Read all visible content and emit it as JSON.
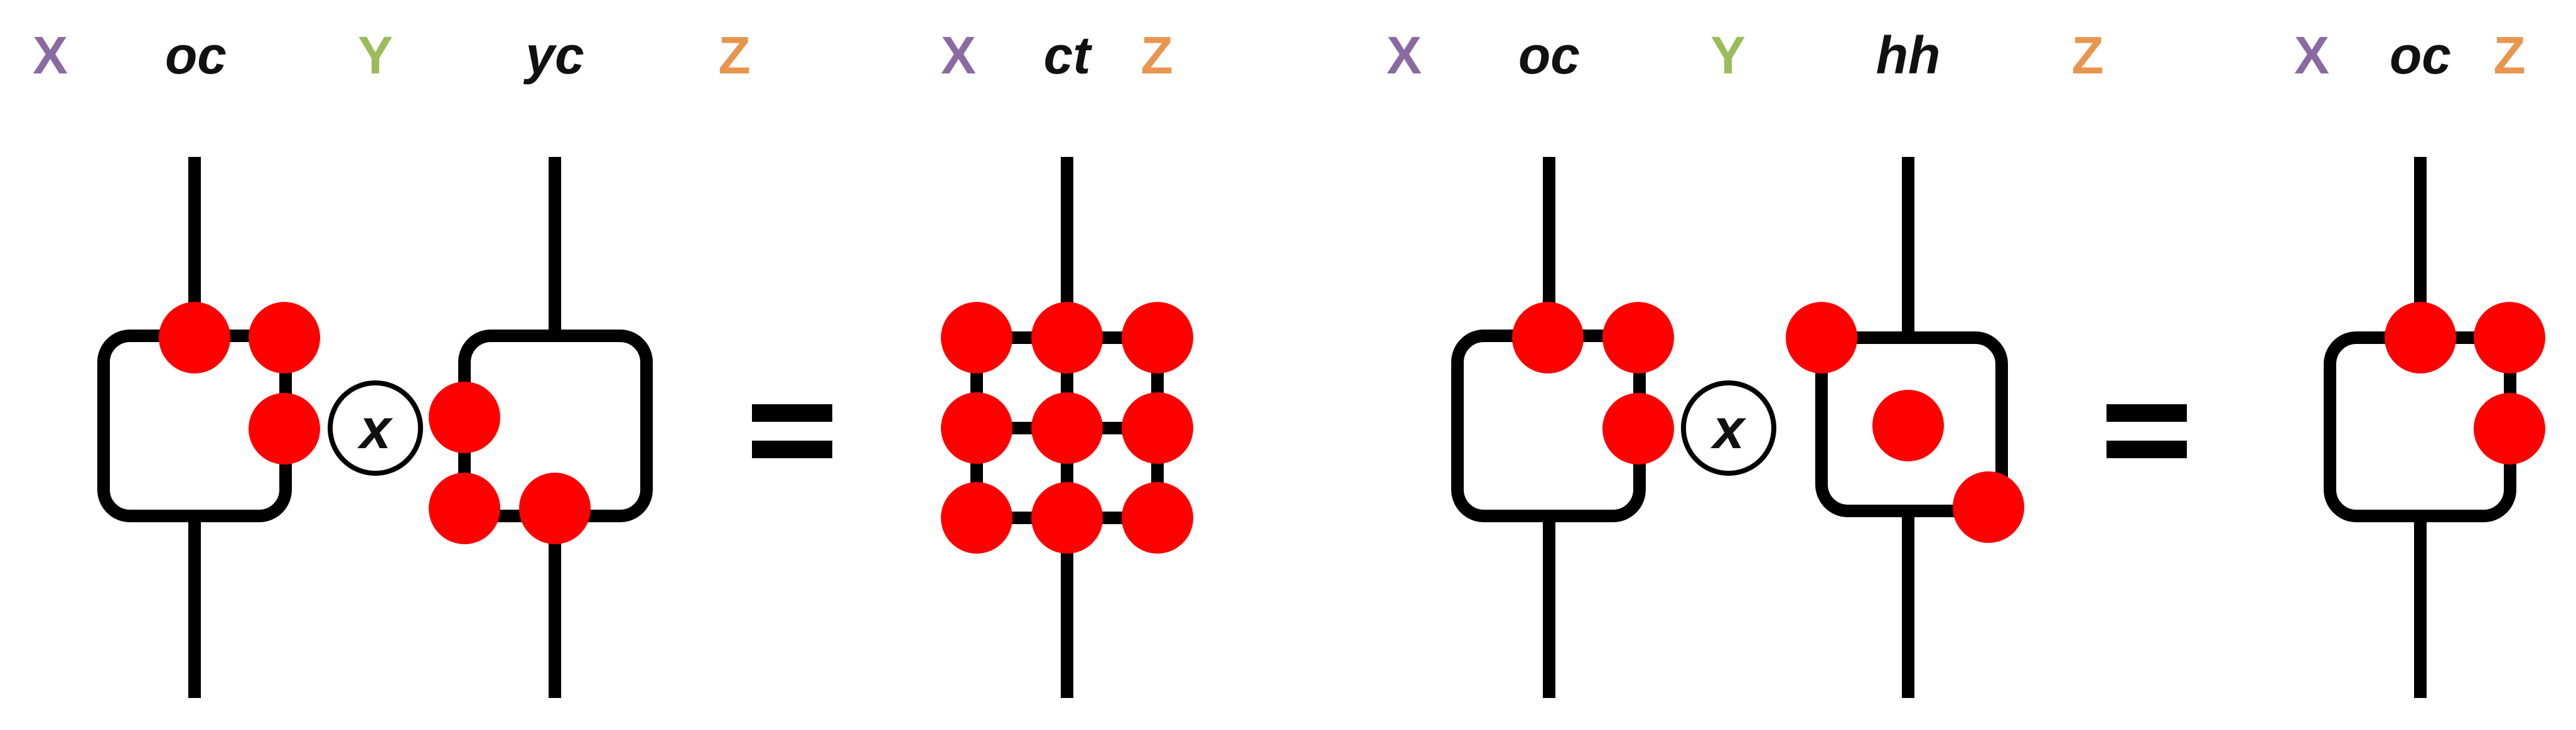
{
  "colors": {
    "X": "#8a6aa3",
    "Y": "#9cbb5b",
    "Z": "#e8964e",
    "dot": "#ff0000",
    "line": "#000000"
  },
  "panels": {
    "p1": {
      "x": "X",
      "r1": "oc",
      "y": "Y",
      "r2": "yc",
      "z": "Z"
    },
    "p2": {
      "x": "X",
      "r": "ct",
      "z": "Z"
    },
    "p3": {
      "x": "X",
      "r1": "oc",
      "y": "Y",
      "r2": "hh",
      "z": "Z"
    },
    "p4": {
      "x": "X",
      "r": "oc",
      "z": "Z"
    }
  },
  "operators": {
    "tensor": "x",
    "equals": "="
  }
}
